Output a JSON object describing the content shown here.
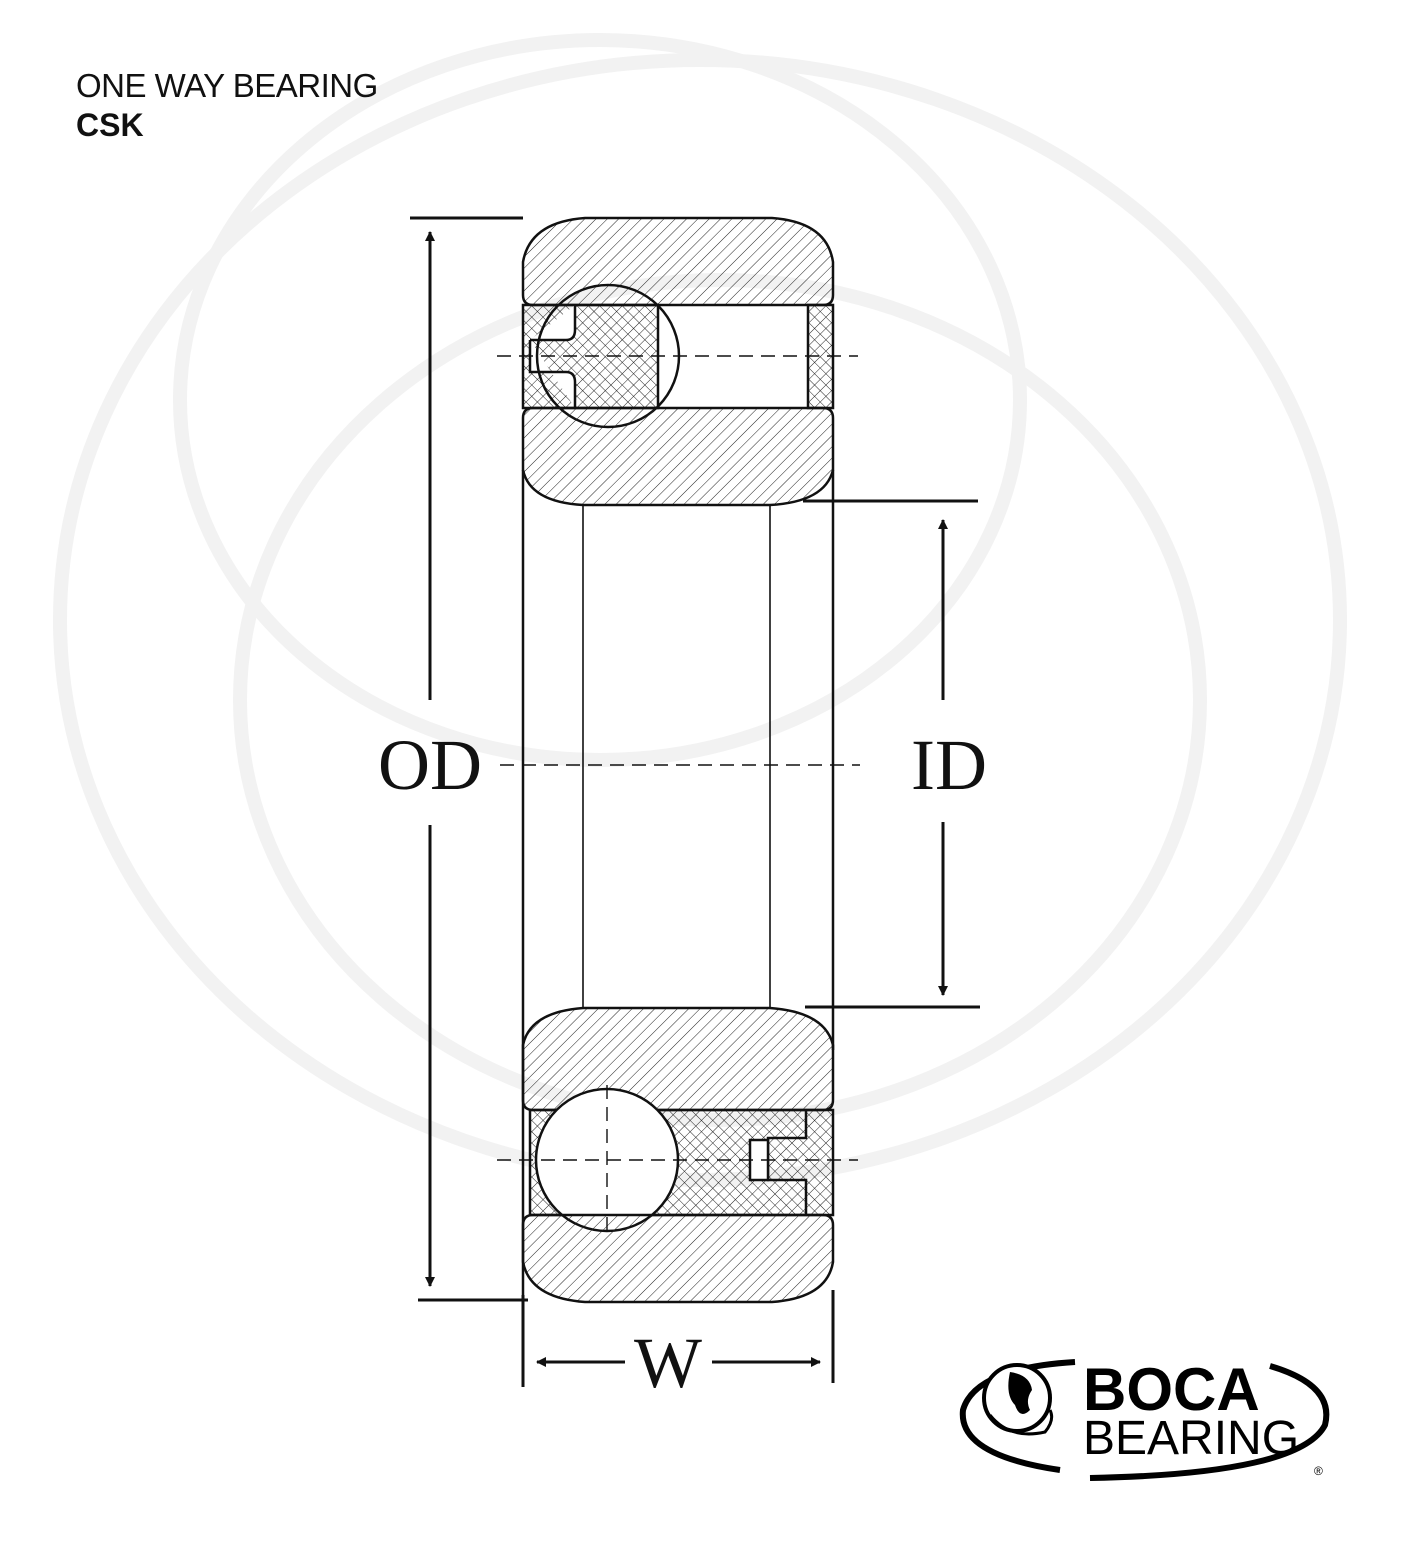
{
  "header": {
    "title": "ONE WAY BEARING",
    "model": "CSK"
  },
  "dimensions": {
    "outer_diameter": "OD",
    "inner_diameter": "ID",
    "width": "W"
  },
  "logo": {
    "line1": "BOCA",
    "line2": "BEARING",
    "registered": "®"
  }
}
